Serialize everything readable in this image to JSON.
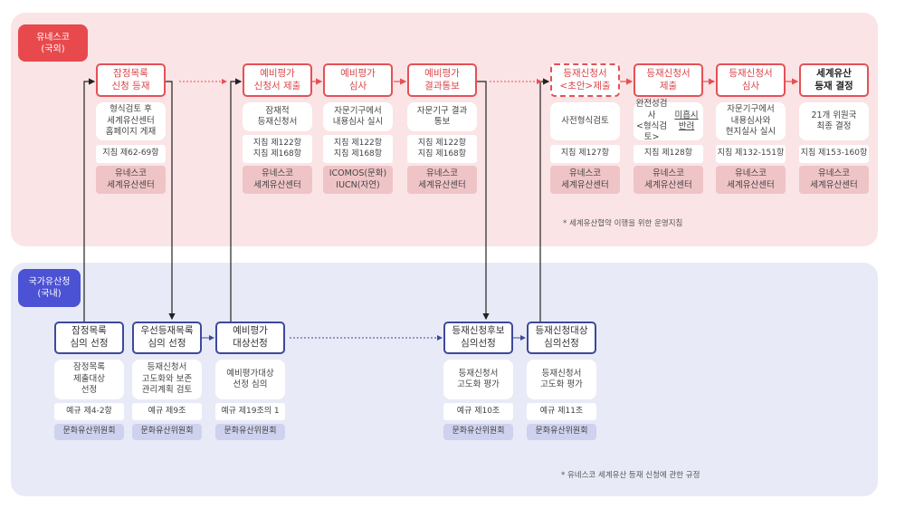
{
  "unesco": {
    "badge": "유네스코\n(국외)",
    "note": "* 세계유산협약 이행을 위한 운영지침",
    "steps": [
      {
        "title": "잠정목록\n신청 등재",
        "desc": "형식검토 후\n세계유산센터\n홈페이지 게재",
        "ref": "지침 제62-69항",
        "org": "유네스코\n세계유산센터"
      },
      {
        "title": "예비평가\n신청서 제출",
        "desc": "잠재적\n등재신청서",
        "ref": "지침 제122항\n지침 제168항",
        "org": "유네스코\n세계유산센터"
      },
      {
        "title": "예비평가\n심사",
        "desc": "자문기구에서\n내용심사 실시",
        "ref": "지침 제122항\n지침 제168항",
        "org": "ICOMOS(문화)\nIUCN(자연)"
      },
      {
        "title": "예비평가\n결과통보",
        "desc": "자문기구 결과\n통보",
        "ref": "지침 제122항\n지침 제168항",
        "org": "유네스코\n세계유산센터"
      },
      {
        "title": "등재신청서\n<초안>제출",
        "desc": "사전형식검토",
        "ref": "지침 제127항",
        "org": "유네스코\n세계유산센터"
      },
      {
        "title": "등재신청서\n제출",
        "desc": "완전성검사\n<형식검토>\n미흡시 반려",
        "ref": "지침 제128항",
        "org": "유네스코\n세계유산센터"
      },
      {
        "title": "등재신청서\n심사",
        "desc": "자문기구에서\n내용심사와\n현지실사 실시",
        "ref": "지침 제132-151항",
        "org": "유네스코\n세계유산센터"
      },
      {
        "title": "세계유산\n등재 결정",
        "desc": "21개 위원국\n최종 결정",
        "ref": "지침 제153-160항",
        "org": "유네스코\n세계유산센터"
      }
    ]
  },
  "national": {
    "badge": "국가유산청\n(국내)",
    "note": "* 유네스코 세계유산 등재 신청에 관한 규정",
    "steps": [
      {
        "title": "잠정목록\n심의 선정",
        "desc": "잠정목록\n제출대상\n선정",
        "ref": "예규 제4-2항",
        "org": "문화유산위원회"
      },
      {
        "title": "우선등재목록\n심의 선정",
        "desc": "등재신청서\n고도화와 보존\n관리계획 검토",
        "ref": "예규 제9조",
        "org": "문화유산위원회"
      },
      {
        "title": "예비평가\n대상선정",
        "desc": "예비평가대상\n선정 심의",
        "ref": "예규 제19조의 1",
        "org": "문화유산위원회"
      },
      {
        "title": "등재신청후보\n심의선정",
        "desc": "등재신청서\n고도화 평가",
        "ref": "예규 제10조",
        "org": "문화유산위원회"
      },
      {
        "title": "등재신청대상\n심의선정",
        "desc": "등재신청서\n고도화 평가",
        "ref": "예규 제11조",
        "org": "문화유산위원회"
      }
    ]
  },
  "colors": {
    "unesco": "#e8494d",
    "national": "#4b52d4"
  }
}
